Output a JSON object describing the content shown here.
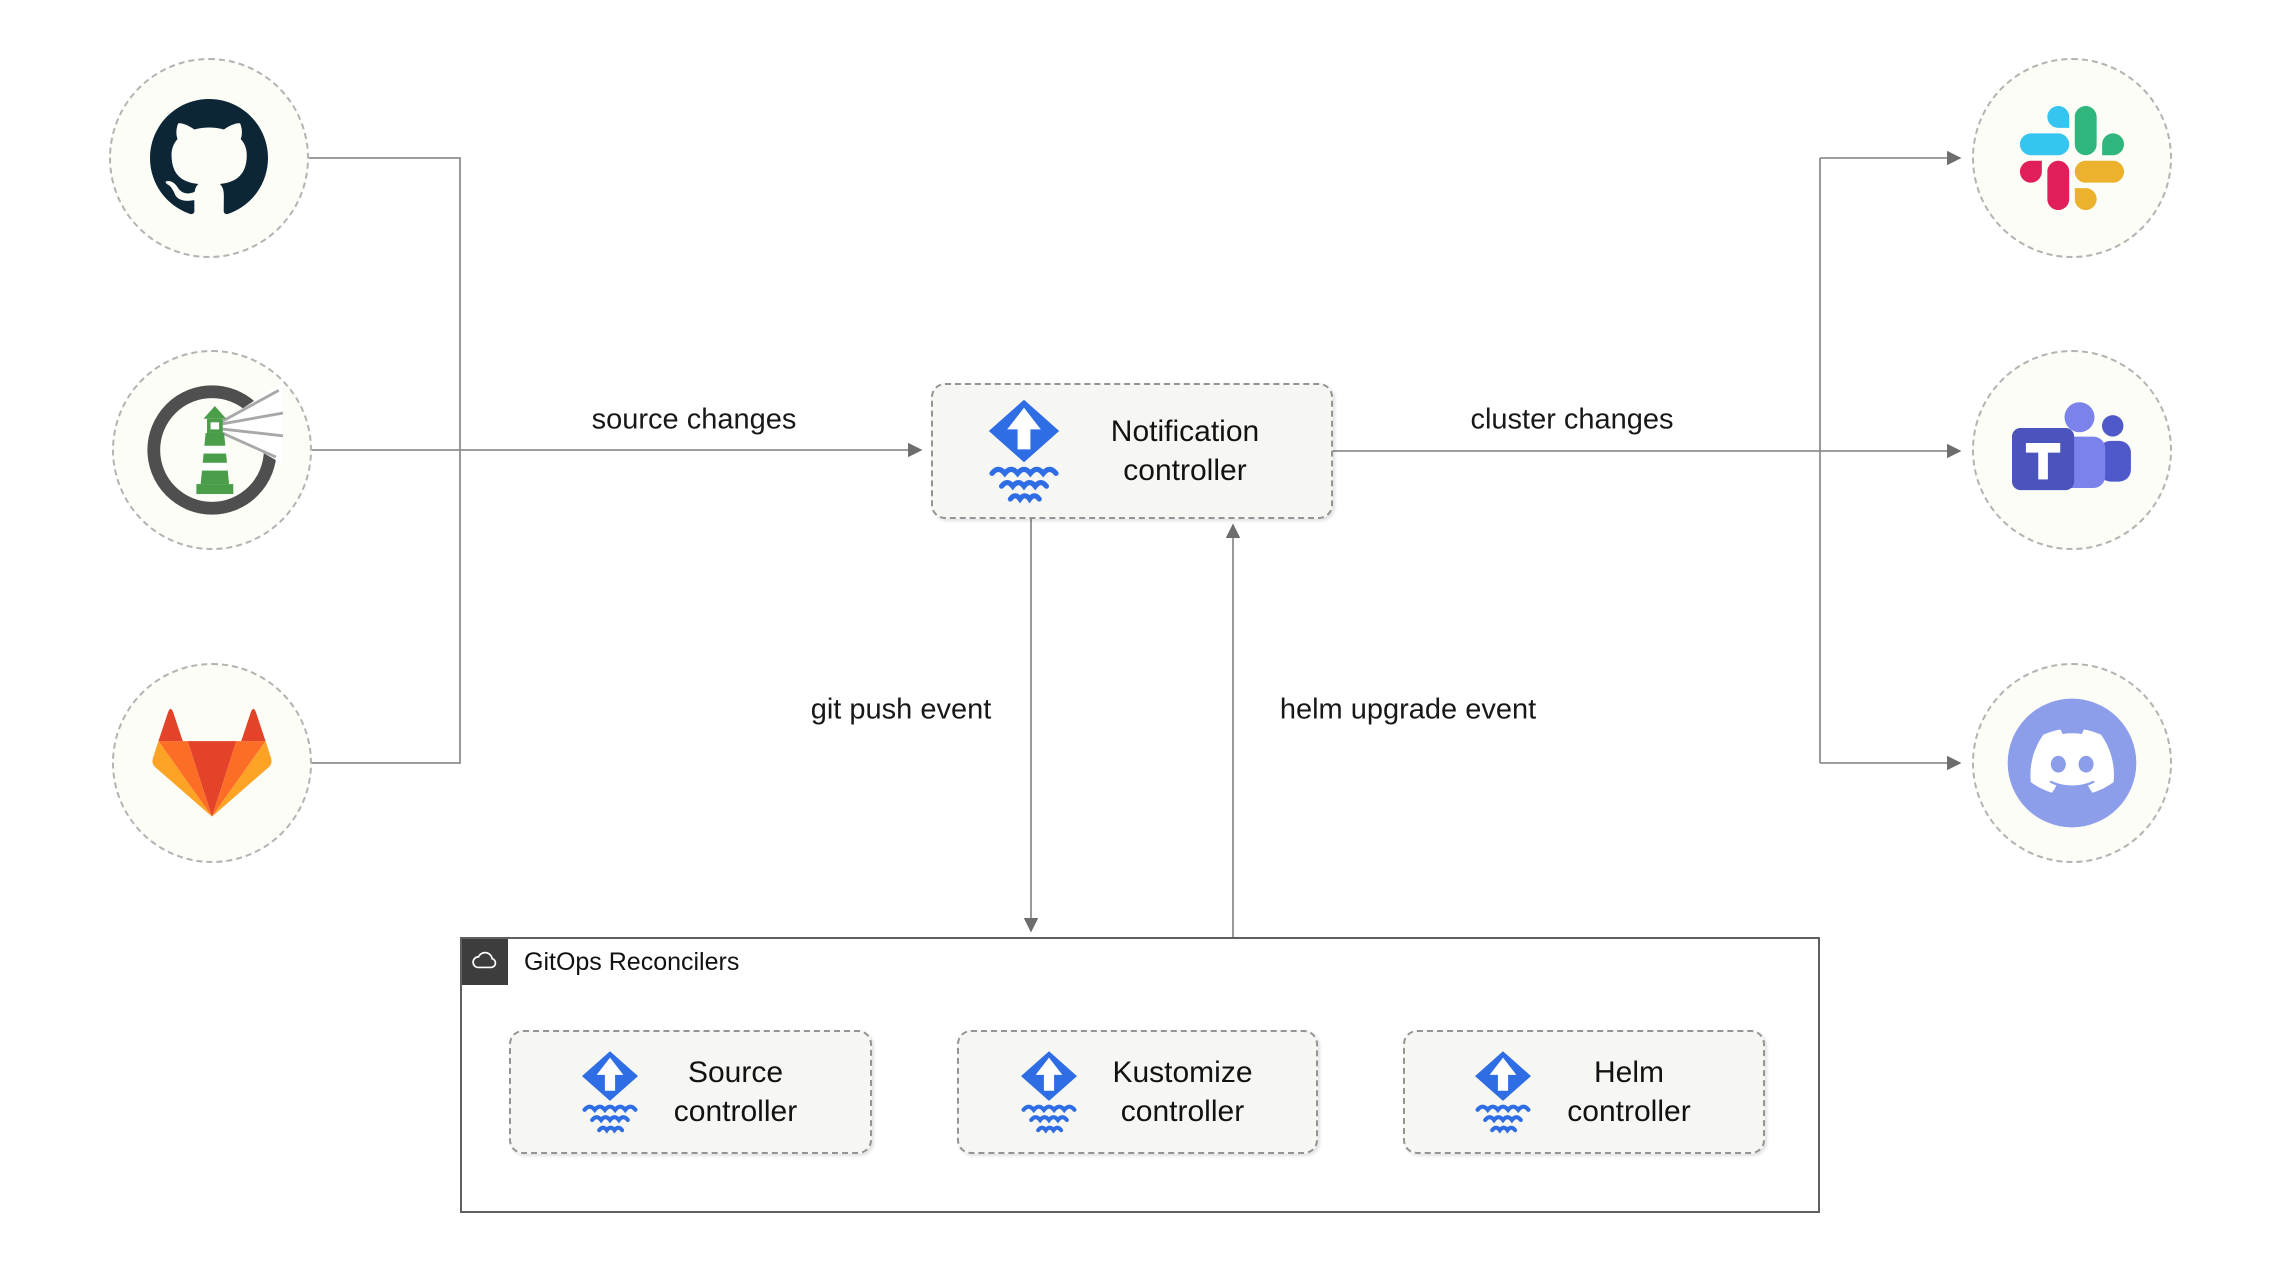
{
  "diagram": {
    "type": "flux-notification-architecture",
    "edge_labels": {
      "source_changes": "source changes",
      "cluster_changes": "cluster changes",
      "git_push_event": "git push event",
      "helm_upgrade_event": "helm upgrade event"
    },
    "notification_controller": {
      "label": "Notification controller",
      "icon": "flux-icon"
    },
    "sources": [
      {
        "icon": "github-icon"
      },
      {
        "icon": "harbor-icon"
      },
      {
        "icon": "gitlab-icon"
      }
    ],
    "targets": [
      {
        "icon": "slack-icon"
      },
      {
        "icon": "microsoft-teams-icon"
      },
      {
        "icon": "discord-icon"
      }
    ],
    "reconcilers": {
      "title": "GitOps Reconcilers",
      "icon": "cloud-icon",
      "controllers": [
        {
          "label": "Source controller",
          "icon": "flux-icon"
        },
        {
          "label": "Kustomize controller",
          "icon": "flux-icon"
        },
        {
          "label": "Helm controller",
          "icon": "flux-icon"
        }
      ]
    },
    "colors": {
      "flux_blue": "#2f6de4",
      "line_gray": "#8f8f8f",
      "github_dark": "#0d2636",
      "gitlab_red": "#e24329",
      "gitlab_orange": "#fc6d26",
      "gitlab_yellow": "#fca326",
      "harbor_green": "#4a9e4a",
      "harbor_ring_gray": "#4f4f4f",
      "slack_blue": "#36C5F0",
      "slack_green": "#2EB67D",
      "slack_yellow": "#ECB22E",
      "slack_red": "#E01E5A",
      "teams_purple_dark": "#4B53BC",
      "teams_purple_mid": "#5059C9",
      "teams_purple_light": "#7B83EB",
      "discord_purple": "#8c9eea"
    }
  }
}
